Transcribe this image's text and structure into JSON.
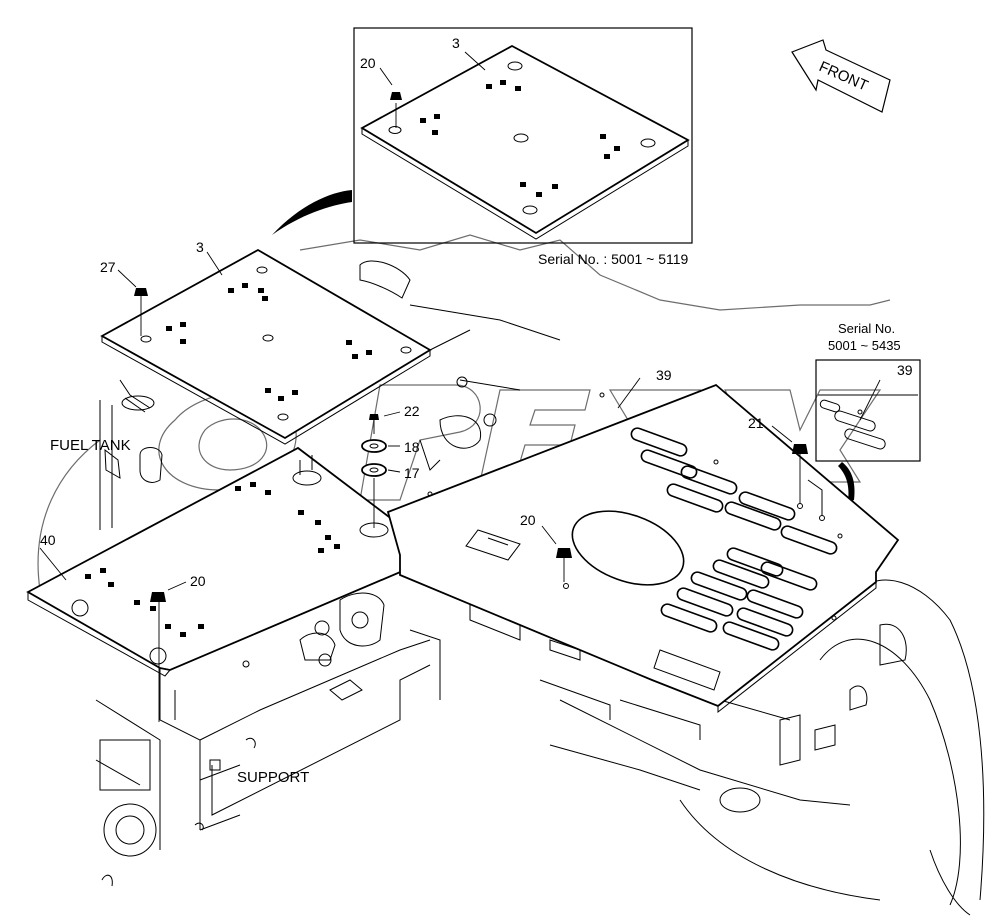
{
  "diagram": {
    "front_label": "FRONT",
    "inset_top": {
      "serial": "Serial No. : 5001 ~ 5119",
      "part": "3",
      "bolt": "20"
    },
    "inset_right": {
      "serial_line1": "Serial No.",
      "serial_line2": "5001 ~ 5435",
      "part": "39"
    },
    "labels": {
      "fuel_tank": "FUEL TANK",
      "support": "SUPPORT"
    },
    "callouts": {
      "p27": "27",
      "p3": "3",
      "p22": "22",
      "p18": "18",
      "p17": "17",
      "p39": "39",
      "p21": "21",
      "p20_center": "20",
      "p40": "40",
      "p20_left": "20"
    }
  }
}
